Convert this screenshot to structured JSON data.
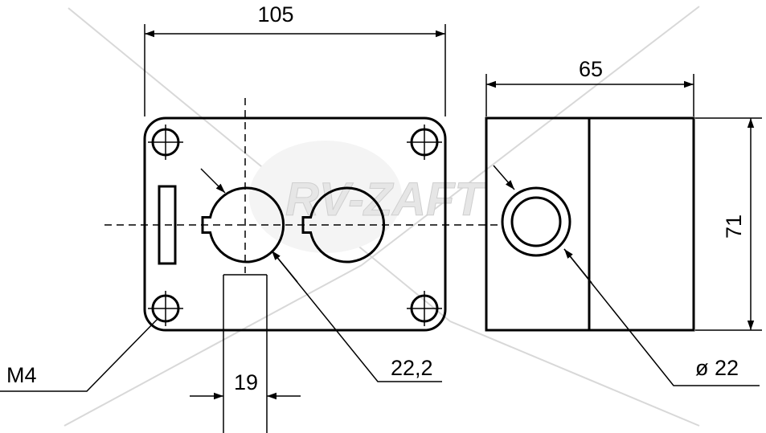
{
  "watermark": {
    "text": "RV-ZAFT",
    "color": "#e6e6e6"
  },
  "front_view": {
    "width_dim": "105",
    "thread_label": "M4",
    "hole_spacing_dim": "19",
    "hole_diameter_dim": "22,2"
  },
  "side_view": {
    "width_dim": "65",
    "height_dim": "71",
    "button_diameter_dim": "ø 22"
  },
  "colors": {
    "line": "#000000",
    "background": "#ffffff"
  }
}
